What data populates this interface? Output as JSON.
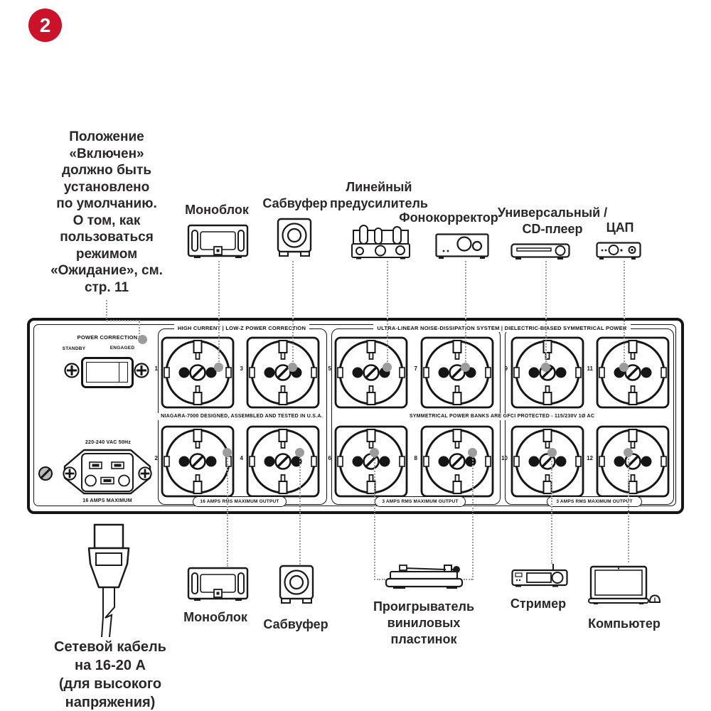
{
  "badge": {
    "number": "2"
  },
  "note": {
    "lines": [
      "Положение",
      "«Включен»",
      "должно быть",
      "установлено",
      "по умолчанию.",
      "О том, как",
      "пользоваться",
      "режимом",
      "«Ожидание», см.",
      "стр. 11"
    ]
  },
  "top_devices": [
    {
      "name": "monoblock",
      "label_lines": [
        "Моноблок"
      ]
    },
    {
      "name": "subwoofer",
      "label_lines": [
        "Сабвуфер"
      ]
    },
    {
      "name": "line-preamp",
      "label_lines": [
        "Линейный",
        "предусилитель"
      ]
    },
    {
      "name": "phono-stage",
      "label_lines": [
        "Фонокорректор"
      ]
    },
    {
      "name": "cd-player",
      "label_lines": [
        "Универсальный /",
        "CD-плеер"
      ]
    },
    {
      "name": "dac",
      "label_lines": [
        "ЦАП"
      ]
    }
  ],
  "bottom_devices": [
    {
      "name": "monoblock",
      "label_lines": [
        "Моноблок"
      ]
    },
    {
      "name": "subwoofer",
      "label_lines": [
        "Сабвуфер"
      ]
    },
    {
      "name": "turntable",
      "label_lines": [
        "Проигрыватель",
        "виниловых",
        "пластинок"
      ]
    },
    {
      "name": "streamer",
      "label_lines": [
        "Стример"
      ]
    },
    {
      "name": "computer",
      "label_lines": [
        "Компьютер"
      ]
    }
  ],
  "panel": {
    "power_correction_label": "POWER CORRECTION",
    "standby_label": "STANDBY",
    "engaged_label": "ENGAGED",
    "inlet_top_label": "220-240 VAC 50Hz",
    "inlet_bottom_label": "16 AMPS MAXIMUM",
    "group1_top_label": "HIGH CURRENT | LOW-Z POWER CORRECTION",
    "group23_top_label": "ULTRA-LINEAR NOISE-DISSIPATION SYSTEM | DIELECTRIC-BIASED SYMMETRICAL POWER",
    "group1_mid_label": "NIAGARA-7000  DESIGNED, ASSEMBLED AND TESTED IN U.S.A.",
    "group23_mid_label": "SYMMETRICAL POWER BANKS ARE GFCI PROTECTED  -  115/230V 1Ø AC",
    "group1_pill": "16 AMPS RMS MAXIMUM OUTPUT",
    "group2_pill": "3 AMPS RMS MAXIMUM OUTPUT",
    "group3_pill": "3 AMPS RMS MAXIMUM OUTPUT",
    "outlet_numbers_row1": [
      "1",
      "3",
      "5",
      "7",
      "9",
      "11"
    ],
    "outlet_numbers_row2": [
      "2",
      "4",
      "6",
      "8",
      "10",
      "12"
    ]
  },
  "cable_note": {
    "lines": [
      "Сетевой кабель",
      "на 16-20 А",
      "(для высокого",
      "напряжения)"
    ]
  },
  "colors": {
    "accent_red": "#cb1228",
    "connector_gray": "#9c9c9c",
    "line_black": "#1a1a1a"
  }
}
